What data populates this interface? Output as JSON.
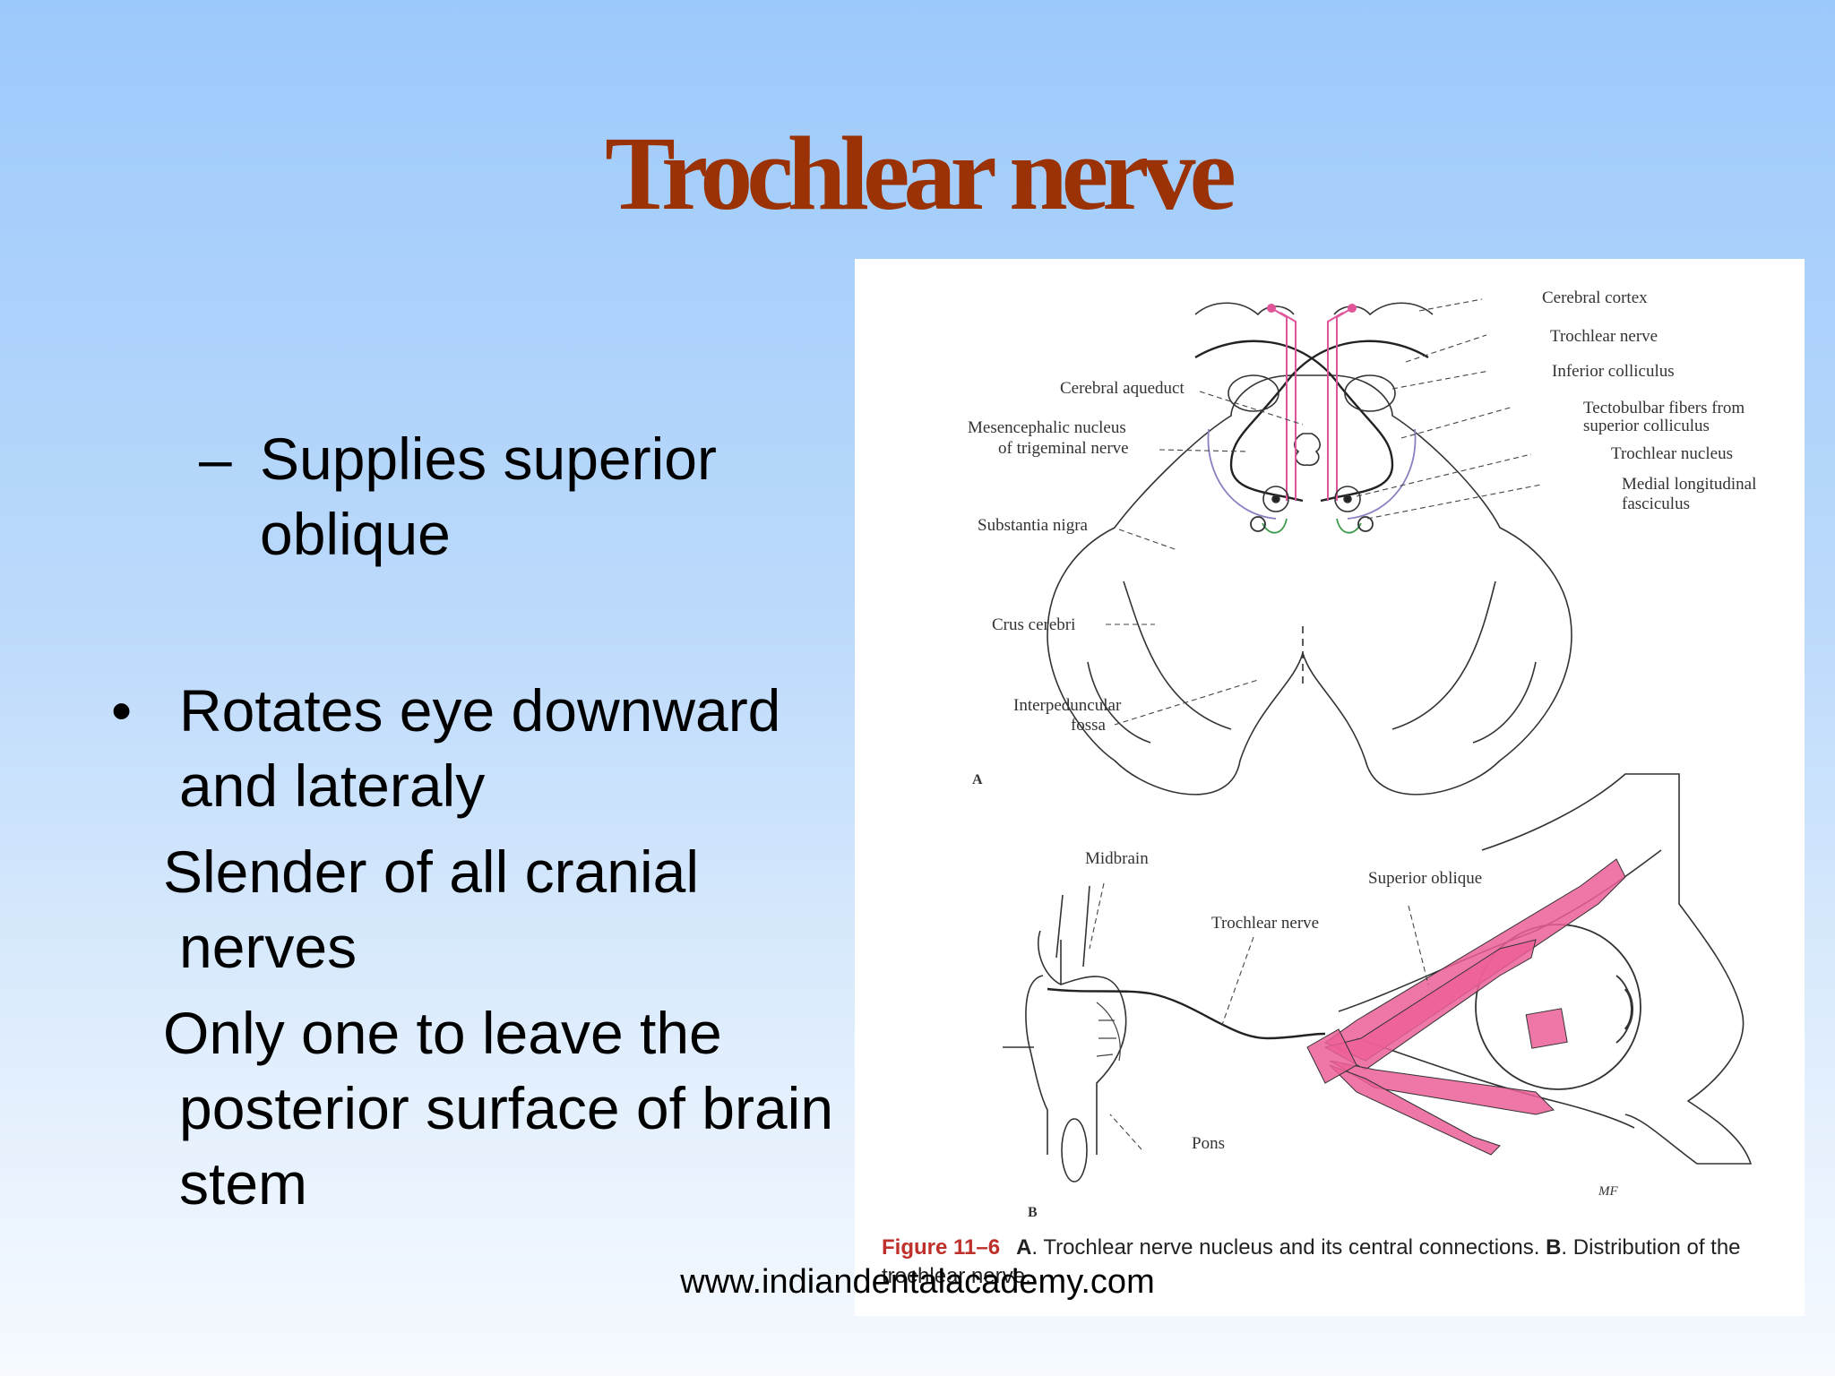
{
  "title": "Trochlear nerve",
  "bullets": {
    "dash_marker": "–",
    "dash_line1": "Supplies superior",
    "dash_line2": "oblique",
    "bullet_marker": "•",
    "b1_line1": "Rotates eye downward",
    "b1_line2": "and lateraly",
    "b2_line1": "Slender of all cranial",
    "b2_line2": "nerves",
    "b3_line1": "Only one to leave the",
    "b3_line2": "posterior surface of brain",
    "b3_line3": "stem"
  },
  "figure": {
    "labels_a": {
      "cerebral_cortex": "Cerebral cortex",
      "trochlear_nerve": "Trochlear nerve",
      "inferior_colliculus": "Inferior colliculus",
      "cerebral_aqueduct": "Cerebral aqueduct",
      "tectobulbar_1": "Tectobulbar fibers from",
      "tectobulbar_2": "superior colliculus",
      "mesencephalic_1": "Mesencephalic nucleus",
      "mesencephalic_2": "of trigeminal nerve",
      "trochlear_nucleus": "Trochlear nucleus",
      "mlf_1": "Medial longitudinal",
      "mlf_2": "fasciculus",
      "substantia_nigra": "Substantia nigra",
      "crus_cerebri": "Crus cerebri",
      "interpeduncular_1": "Interpeduncular",
      "interpeduncular_2": "fossa",
      "panel": "A"
    },
    "labels_b": {
      "midbrain": "Midbrain",
      "superior_oblique": "Superior oblique",
      "trochlear_nerve": "Trochlear nerve",
      "pons": "Pons",
      "signature": "MF",
      "panel": "B"
    },
    "caption": {
      "figure_no": "Figure 11–6",
      "a_mark": "A",
      "a_text": ". Trochlear nerve nucleus and its central connections. ",
      "b_mark": "B",
      "b_text": ". Distribution of the trochlear nerve."
    },
    "colors": {
      "nerve": "#e0559a",
      "muscle": "#ec5f98",
      "tract": "#8a7fc0",
      "mlf": "#3a9a4a"
    }
  },
  "footer": "www.indiandentalacademy.com"
}
